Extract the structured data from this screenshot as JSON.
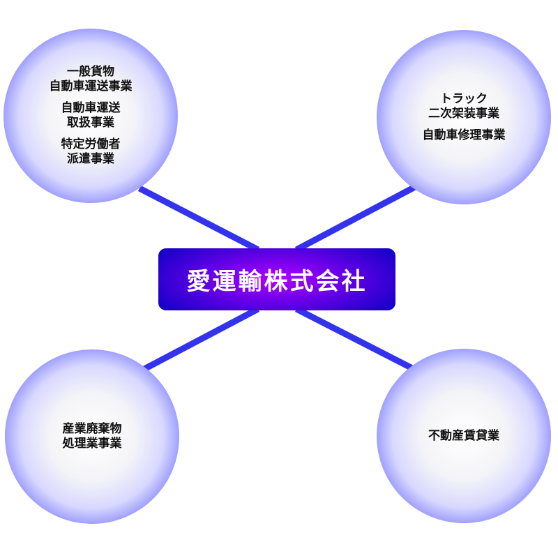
{
  "company": "愛運輸株式会社",
  "colors": {
    "line": "#3333ee",
    "circle_edge": "#2020ff",
    "center_inner": "#b000ff",
    "center_outer": "#1400c8"
  },
  "businesses": [
    {
      "groups": [
        "一般貨物\n自動車運送事業",
        "自動車運送\n取扱事業",
        "特定労働者\n派遣事業"
      ]
    },
    {
      "groups": [
        "トラック\n二次架装事業",
        "自動車修理事業"
      ]
    },
    {
      "groups": [
        "産業廃棄物\n処理業事業"
      ]
    },
    {
      "groups": [
        "不動産賃貸業"
      ]
    }
  ]
}
